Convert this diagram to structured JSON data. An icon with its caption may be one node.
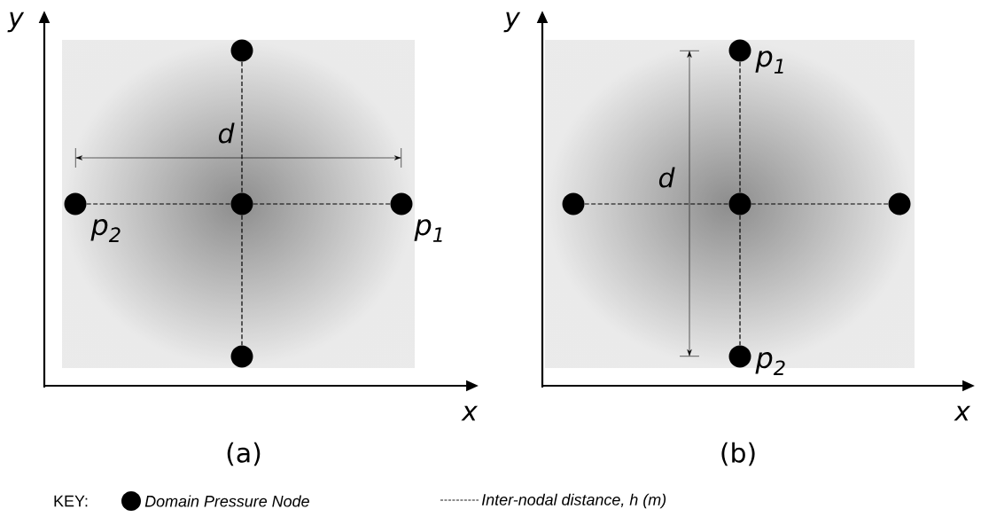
{
  "diagram": {
    "nodes": [
      {
        "text": [],
        "shape": "circle"
      },
      {
        "text": [],
        "shape": "circle",
        "beside": [
          "p$_{2}$"
        ]
      },
      {
        "text": [],
        "shape": "circle"
      },
      {
        "text": [],
        "shape": "circle",
        "beside": [
          "p$_{1}$"
        ]
      },
      {
        "text": [],
        "shape": "circle"
      },
      {
        "text": [],
        "shape": "circle",
        "beside": [
          "p$_{1}$"
        ]
      },
      {
        "text": [],
        "shape": "circle"
      },
      {
        "text": [],
        "shape": "circle"
      },
      {
        "text": [],
        "shape": "circle"
      },
      {
        "text": [],
        "shape": "circle",
        "beside": [
          "p$_{2}$"
        ]
      }
    ],
    "edges": [
      {
        "from": 0,
        "to": 2,
        "arrow": "none",
        "style": "dashed"
      },
      {
        "from": 1,
        "to": 2,
        "arrow": "none",
        "style": "dashed"
      },
      {
        "from": 2,
        "to": 3,
        "arrow": "none",
        "style": "dashed"
      },
      {
        "from": 2,
        "to": 4,
        "arrow": "none",
        "style": "dashed"
      },
      {
        "from": 5,
        "to": 7,
        "arrow": "none",
        "style": "dashed"
      },
      {
        "from": 6,
        "to": 7,
        "arrow": "none",
        "style": "dashed"
      },
      {
        "from": 7,
        "to": 8,
        "arrow": "none",
        "style": "dashed"
      },
      {
        "from": 7,
        "to": 9,
        "arrow": "none",
        "style": "dashed"
      }
    ],
    "labels": [
      "y",
      "d",
      "x",
      "(a)",
      "y",
      "d",
      "x",
      "(b)",
      "KEY:"
    ],
    "legend": [
      {
        "text": "Domain Pressure Node"
      },
      {
        "text": "Inter-nodal distance, h (m)"
      }
    ]
  }
}
